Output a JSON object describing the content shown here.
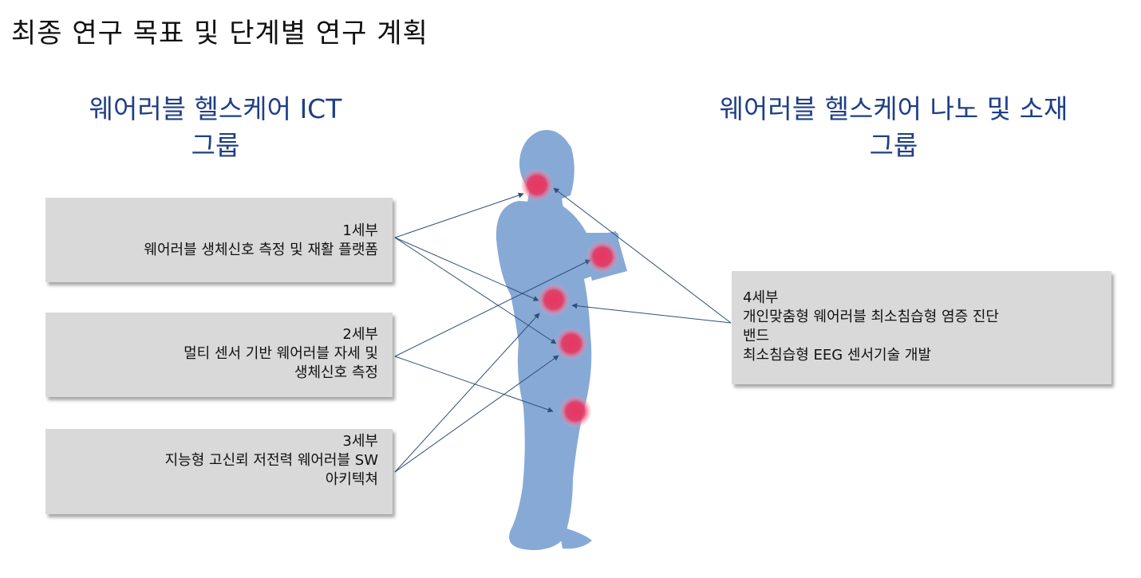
{
  "title": "최종 연구 목표 및 단계별 연구 계획",
  "groups": {
    "left": [
      "웨어러블 헬스케어 ICT",
      "그룹"
    ],
    "right": [
      "웨어러블 헬스케어 나노 및 소재",
      "그룹"
    ]
  },
  "boxes": [
    {
      "id": "1",
      "lines": [
        "1세부",
        "웨어러블 생체신호 측정 및 재활 플랫폼"
      ]
    },
    {
      "id": "2",
      "lines": [
        "2세부",
        "멀티 센서 기반  웨어러블 자세 및",
        "생체신호 측정"
      ]
    },
    {
      "id": "3",
      "lines": [
        "3세부",
        "지능형 고신뢰 저전력 웨어러블 SW",
        "아키텍쳐"
      ]
    },
    {
      "id": "4",
      "lines": [
        "4세부",
        "개인맞춤형 웨어러블 최소침습형 염증 진단",
        "밴드",
        "최소침습형 EEG 센서기술 개발"
      ]
    }
  ],
  "colors": {
    "title_blue": "#1f3f86",
    "box_fill": "#d9d9d9",
    "silhouette": "#87a9d6",
    "marker": "#e8355f",
    "arrow": "#2f4f73"
  }
}
